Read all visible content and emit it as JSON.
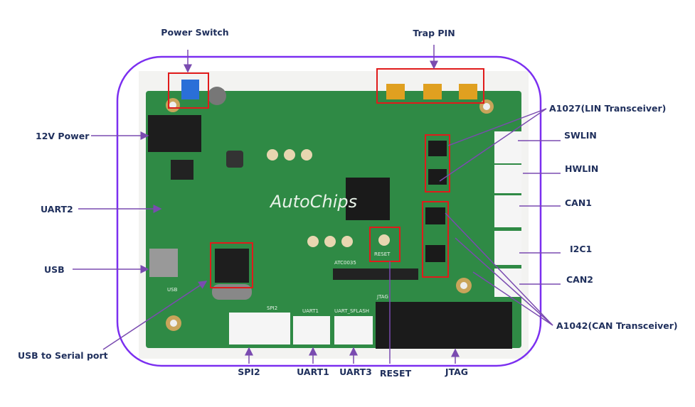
{
  "labels": {
    "power_switch": "Power Switch",
    "trap_pin": "Trap PIN",
    "power_12v": "12V Power",
    "uart2": "UART2",
    "usb": "USB",
    "usb_to_serial": "USB to Serial port",
    "a1027": "A1027(LIN Transceiver)",
    "swlin": "SWLIN",
    "hwlin": "HWLIN",
    "can1": "CAN1",
    "i2c1": "I2C1",
    "can2": "CAN2",
    "a1042": "A1042(CAN Transceiver)",
    "spi2": "SPI2",
    "uart1": "UART1",
    "uart3": "UART3",
    "reset": "RESET",
    "jtag": "JTAG"
  },
  "board": {
    "logo": "AutoChips",
    "chip_code": "ATC0035",
    "silk_reset": "RESET",
    "silk_jtag": "JTAG",
    "silk_uart1": "UART1",
    "silk_uart_sflash": "UART_SFLASH",
    "silk_spi2": "SPI2",
    "silk_usb": "USB"
  },
  "colors": {
    "outline": "#7b2ff0",
    "highlight": "#e01b1b",
    "label": "#1f2f5c",
    "pcb": "#2f8a45"
  }
}
